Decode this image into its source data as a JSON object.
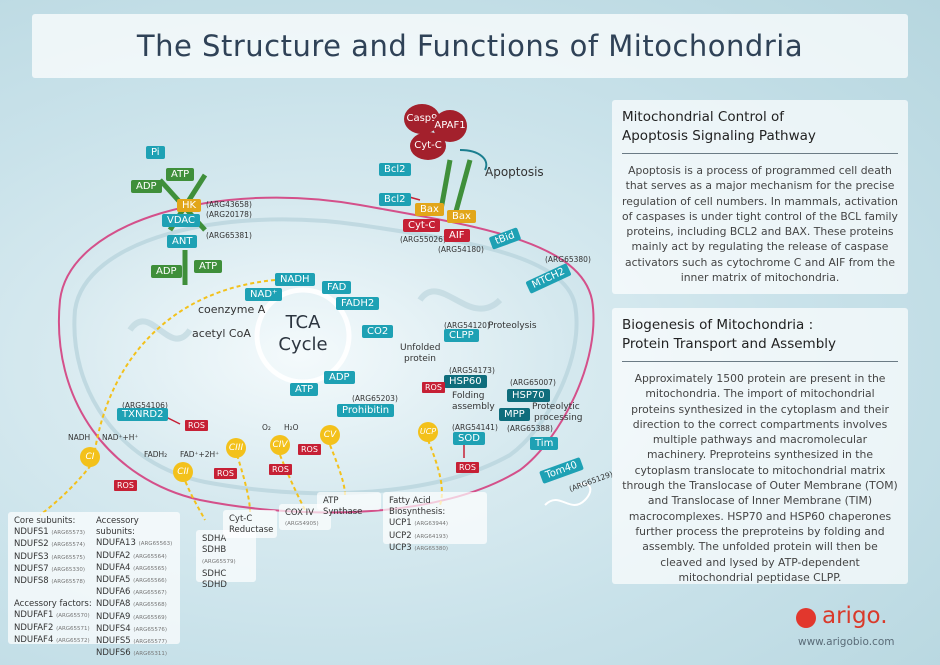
{
  "title": "The Structure and Functions of Mitochondria",
  "panels": {
    "apoptosis": {
      "heading_line1": "Mitochondrial Control of",
      "heading_line2": "Apoptosis Signaling Pathway",
      "body": "Apoptosis is a process of programmed cell death that serves as a major mechanism for the precise regulation of cell numbers. In mammals, activation of caspases is under tight control of the BCL family proteins, including BCL2 and BAX. These proteins mainly act by regulating the release of caspase activators such as cytochrome C and AIF from the inner matrix of mitochondria."
    },
    "biogenesis": {
      "heading_line1": "Biogenesis of Mitochondria :",
      "heading_line2": "Protein Transport and Assembly",
      "body": "Approximately 1500 protein are present in the mitochondria. The import of mitochondrial proteins synthesized in the cytoplasm and their direction to the correct compartments involves multiple pathways and macromolecular machinery. Preproteins synthesized in the cytoplasm translocate to mitochondrial matrix through the Translocase of Outer Membrane (TOM) and Translocase of Inner Membrane (TIM) macrocomplexes. HSP70 and HSP60 chaperones further process the preproteins by folding and assembly. The unfolded protein will then be cleaved and lysed by ATP-dependent mitochondrial peptidase CLPP."
    }
  },
  "diagram": {
    "pi": "Pi",
    "adp": "ADP",
    "atp": "ATP",
    "hk": "HK",
    "vdac": "VDAC",
    "ant": "ANT",
    "casp9": "Casp9",
    "apaf1": "APAF1",
    "cytc": "Cyt-C",
    "apoptosis": "Apoptosis",
    "bcl2": "Bcl2",
    "bax": "Bax",
    "aif": "AIF",
    "tbid": "tBid",
    "mtch2": "MTCH2",
    "nadh": "NADH",
    "nad": "NAD⁺",
    "fad": "FAD",
    "fadh2": "FADH2",
    "co2": "CO2",
    "coenzyme_a": "coenzyme A",
    "acetyl_coa": "acetyl CoA",
    "tca": "TCA",
    "cycle": "Cycle",
    "prohibitin": "Prohibitin",
    "clpp": "CLPP",
    "proteolysis": "Proteolysis",
    "unfolded": "Unfolded",
    "protein": "protein",
    "ros": "ROS",
    "hsp60": "HSP60",
    "folding": "Folding",
    "assembly": "assembly",
    "hsp70": "HSP70",
    "mpp": "MPP",
    "proteolytic": "Proteolytic",
    "processing": "processing",
    "sod": "SOD",
    "tim": "Tim",
    "tom40": "Tom40",
    "txnrd2": "TXNRD2",
    "ci": "CI",
    "cii": "CII",
    "ciii": "CIII",
    "civ": "CIV",
    "cv": "CV",
    "ucp": "UCP",
    "nadh_eq": "NADH",
    "nad_h": "NAD⁺+H⁺",
    "fadh2_eq": "FADH₂",
    "fad_h": "FAD⁺+2H⁺",
    "o2": "O₂",
    "h2o": "H₂O"
  },
  "codes": {
    "hk": "(ARG43658)",
    "hk2": "(ARG20178)",
    "vdac": "(ARG65381)",
    "bcl2": "(ARG55026)",
    "aif": "(ARG54180)",
    "mtch2": "(ARG65380)",
    "clpp": "(ARG54120)",
    "hsp60": "(ARG54173)",
    "hsp70": "(ARG65007)",
    "mpp": "(ARG65388)",
    "sod": "(ARG54141)",
    "prohibitin": "(ARG65203)",
    "txnrd2": "(ARG54106)",
    "tom40": "(ARG65129)"
  },
  "boxes": {
    "ci": {
      "core_title": "Core subunits:",
      "core": [
        [
          "NDUFS1",
          "(ARG65573)"
        ],
        [
          "NDUFS2",
          "(ARG65574)"
        ],
        [
          "NDUFS3",
          "(ARG65575)"
        ],
        [
          "NDUFS7",
          "(ARG65330)"
        ],
        [
          "NDUFS8",
          "(ARG65578)"
        ]
      ],
      "acc_title": "Accessory subunits:",
      "acc": [
        [
          "NDUFA13",
          "(ARG65563)"
        ],
        [
          "NDUFA2",
          "(ARG65564)"
        ],
        [
          "NDUFA4",
          "(ARG65565)"
        ],
        [
          "NDUFA5",
          "(ARG65566)"
        ],
        [
          "NDUFA6",
          "(ARG65567)"
        ],
        [
          "NDUFA8",
          "(ARG65568)"
        ],
        [
          "NDUFA9",
          "(ARG65569)"
        ],
        [
          "NDUFS4",
          "(ARG65576)"
        ],
        [
          "NDUFS5",
          "(ARG65577)"
        ],
        [
          "NDUFS6",
          "(ARG65311)"
        ]
      ],
      "factors_title": "Accessory factors:",
      "factors": [
        [
          "NDUFAF1",
          "(ARG65570)"
        ],
        [
          "NDUFAF2",
          "(ARG65571)"
        ],
        [
          "NDUFAF4",
          "(ARG65572)"
        ]
      ]
    },
    "cii": {
      "items": [
        [
          "SDHA",
          ""
        ],
        [
          "SDHB",
          "(ARG65579)"
        ],
        [
          "SDHC",
          ""
        ],
        [
          "SDHD",
          ""
        ]
      ]
    },
    "ciii": {
      "line1": "Cyt-C",
      "line2": "Reductase"
    },
    "civ": {
      "label": "COX IV",
      "code": "(ARG54905)"
    },
    "cv": {
      "label": "ATP Synthase"
    },
    "ucp": {
      "title": "Fatty Acid Biosynthesis:",
      "items": [
        [
          "UCP1",
          "(ARG63944)"
        ],
        [
          "UCP2",
          "(ARG64193)"
        ],
        [
          "UCP3",
          "(ARG65380)"
        ]
      ]
    }
  },
  "logo": {
    "name": "arigo.",
    "url": "www.arigobio.com"
  },
  "colors": {
    "teal": "#1ea1b4",
    "dark_teal": "#0f6d7c",
    "red": "#c62035",
    "yellow": "#f3c11b",
    "green": "#3f8f3a",
    "membrane": "#d4508a"
  }
}
